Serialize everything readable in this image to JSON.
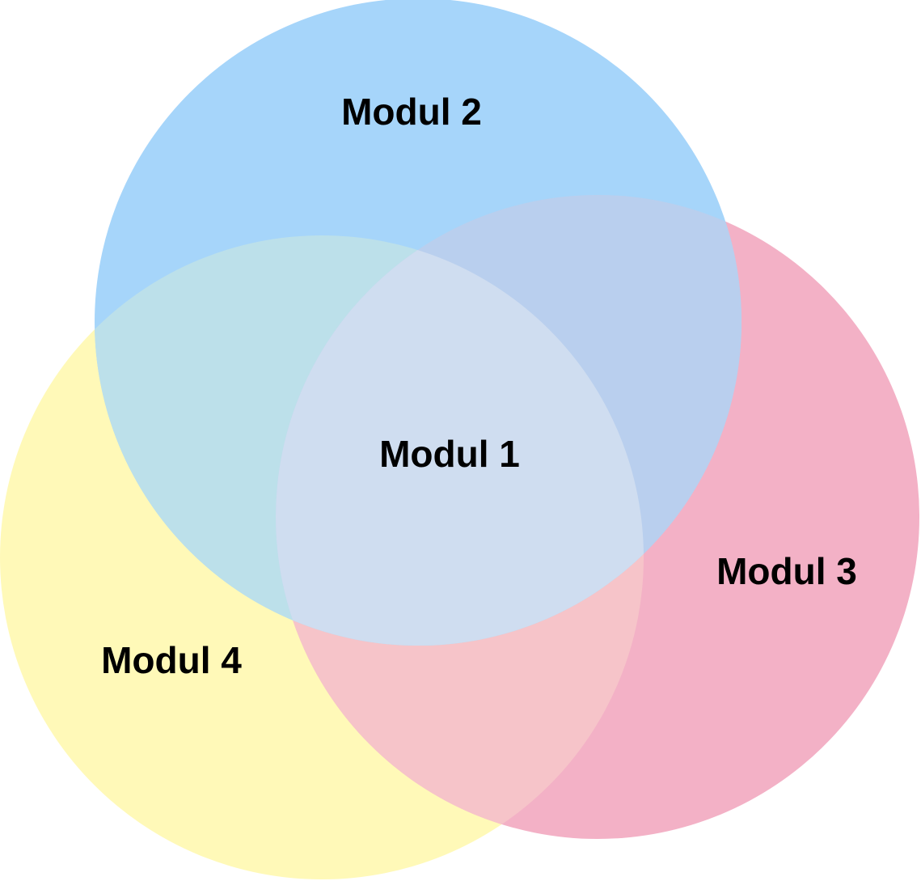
{
  "diagram": {
    "modules": [
      {
        "id": "modul-2",
        "label": "Modul 2",
        "color": "#a6d5fa"
      },
      {
        "id": "modul-3",
        "label": "Modul 3",
        "color": "#f3b1c6"
      },
      {
        "id": "modul-4",
        "label": "Modul 4",
        "color": "#fff9b8"
      }
    ],
    "center": {
      "id": "modul-1",
      "label": "Modul 1",
      "color": "#cfddf0"
    }
  }
}
